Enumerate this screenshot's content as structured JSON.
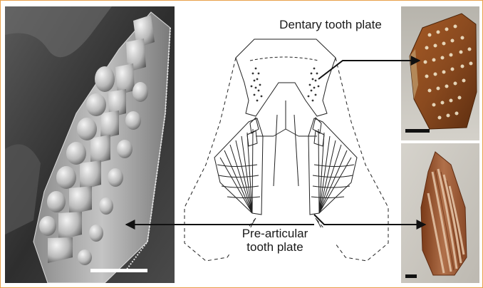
{
  "labels": {
    "dentary": "Dentary tooth plate",
    "prearticular_line1": "Pre-articular",
    "prearticular_line2": "tooth plate"
  },
  "colors": {
    "frame": "#e8a04a",
    "sem_dark": "#3a3a3a",
    "sem_light": "#d8d8d8",
    "photo_brown": "#8a4a1f",
    "photo_bg": "#c9c6bf",
    "arrow": "#111111"
  }
}
